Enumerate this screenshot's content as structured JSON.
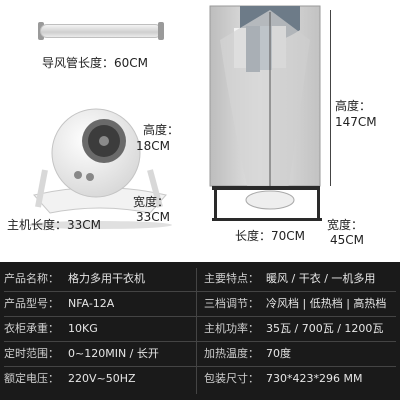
{
  "dimensions": {
    "pipe_length": "导风管长度：60CM",
    "heater_height_label": "高度：",
    "heater_height_value": "18CM",
    "heater_length": "主机长度：33CM",
    "heater_width_label": "宽度：",
    "heater_width_value": "33CM",
    "cabinet_height_label": "高度：",
    "cabinet_height_value": "147CM",
    "cabinet_length": "长度：70CM",
    "cabinet_width_label": "宽度：",
    "cabinet_width_value": "45CM"
  },
  "specs": {
    "rows": [
      {
        "k1": "产品名称：",
        "v1": "格力多用干衣机",
        "k2": "主要特点：",
        "v2": "暖风 / 干衣 / 一机多用"
      },
      {
        "k1": "产品型号：",
        "v1": "NFA-12A",
        "k2": "三档调节：",
        "v2": "冷风档 | 低热档 | 高热档"
      },
      {
        "k1": "衣柜承重：",
        "v1": "10KG",
        "k2": "主机功率：",
        "v2": "35瓦 / 700瓦 / 1200瓦"
      },
      {
        "k1": "定时范围：",
        "v1": "0~120MIN / 长开",
        "k2": "加热温度：",
        "v2": "70度"
      },
      {
        "k1": "额定电压：",
        "v1": "220V~50HZ",
        "k2": "包装尺寸：",
        "v2": "730*423*296 MM"
      }
    ]
  },
  "colors": {
    "spec_background": "#1a1a1a",
    "cabinet_cover": "#c9c9c9",
    "frame": "#2a2a2a"
  }
}
